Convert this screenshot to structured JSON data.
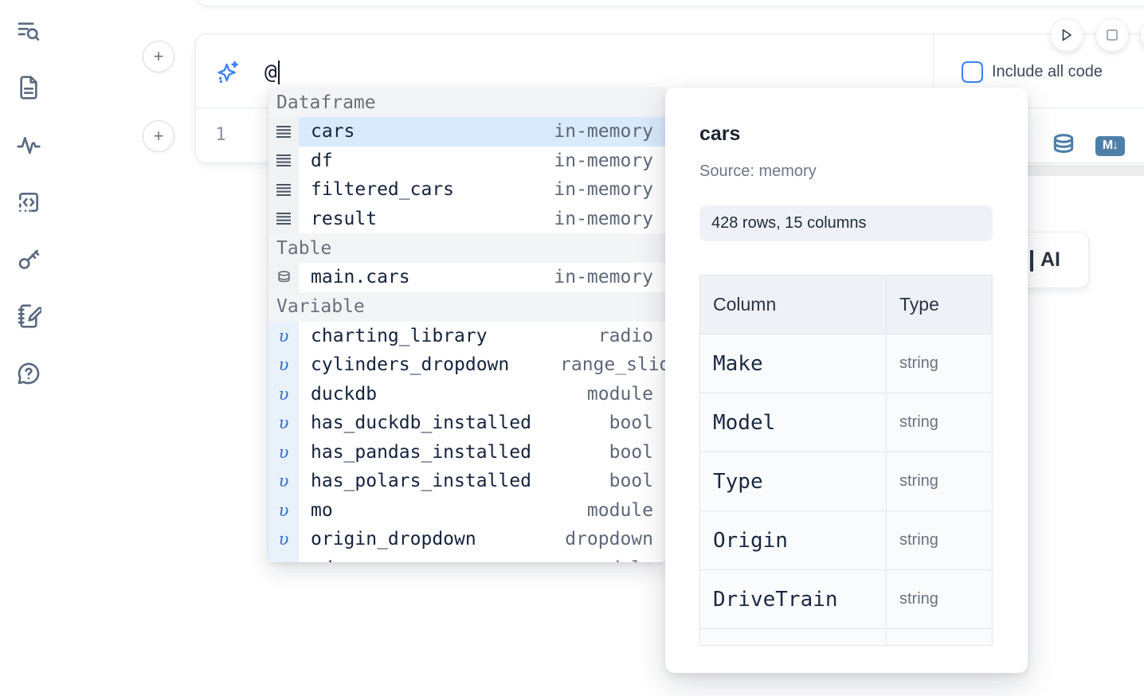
{
  "sidebar": {
    "icons": [
      "list-search",
      "file-text",
      "activity",
      "code-square",
      "key",
      "notebook-pen",
      "help-chat"
    ]
  },
  "cell": {
    "prompt_value": "@",
    "include_all_code_label": "Include all code",
    "line_number": "1",
    "markdown_badge": "M↓"
  },
  "ai_button": {
    "label": "AI"
  },
  "autocomplete": {
    "sections": [
      {
        "label": "Dataframe",
        "items": [
          {
            "name": "cars",
            "type": "in-memory"
          },
          {
            "name": "df",
            "type": "in-memory"
          },
          {
            "name": "filtered_cars",
            "type": "in-memory"
          },
          {
            "name": "result",
            "type": "in-memory"
          }
        ]
      },
      {
        "label": "Table",
        "items": [
          {
            "name": "main.cars",
            "type": "in-memory"
          }
        ]
      },
      {
        "label": "Variable",
        "items": [
          {
            "name": "charting_library",
            "type": "radio"
          },
          {
            "name": "cylinders_dropdown",
            "type": "range_slider"
          },
          {
            "name": "duckdb",
            "type": "module"
          },
          {
            "name": "has_duckdb_installed",
            "type": "bool"
          },
          {
            "name": "has_pandas_installed",
            "type": "bool"
          },
          {
            "name": "has_polars_installed",
            "type": "bool"
          },
          {
            "name": "mo",
            "type": "module"
          },
          {
            "name": "origin_dropdown",
            "type": "dropdown"
          },
          {
            "name": "pd",
            "type": "module"
          }
        ]
      }
    ],
    "variable_glyph": "υ"
  },
  "preview": {
    "title": "cars",
    "source": "Source: memory",
    "shape": "428 rows, 15 columns",
    "table": {
      "headers": [
        "Column",
        "Type"
      ],
      "rows": [
        [
          "Make",
          "string"
        ],
        [
          "Model",
          "string"
        ],
        [
          "Type",
          "string"
        ],
        [
          "Origin",
          "string"
        ],
        [
          "DriveTrain",
          "string"
        ]
      ]
    }
  },
  "colors": {
    "accent_blue": "#3b82f6",
    "steel_blue": "#4d7fa9",
    "selection_blue": "#d9eafc",
    "icon_gray": "#5b6b80"
  }
}
